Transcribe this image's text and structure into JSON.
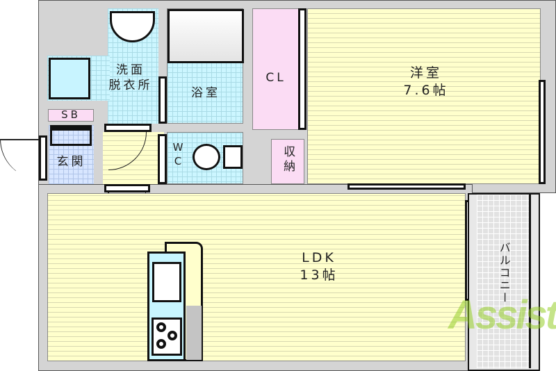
{
  "rooms": {
    "western": {
      "name": "洋室",
      "size": "7.6帖"
    },
    "closet": "CL",
    "storage": "収納",
    "bath": "浴室",
    "washroom": "洗面\n脱衣所",
    "shoe_box": "SB",
    "entrance": "玄関",
    "toilet": "W\nC",
    "ldk": {
      "name": "LDK",
      "size": "13帖"
    },
    "balcony": "バルコニー"
  },
  "watermark": "Assist",
  "colors": {
    "floor_yellow": "#ffffcc",
    "wet_cyan": "#ccf6ff",
    "storage_pink": "#fbdcf4",
    "wall_gray": "#d4d4d4",
    "logo_green": "#a8d84a"
  }
}
